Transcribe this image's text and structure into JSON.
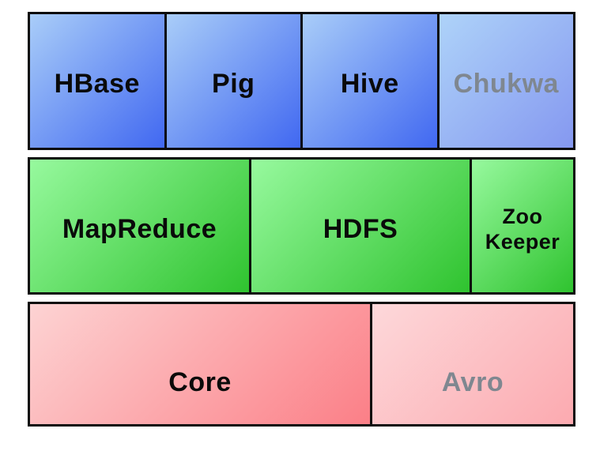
{
  "diagram": {
    "rows": [
      {
        "name": "top",
        "palette": "blue",
        "cells": [
          {
            "label": "HBase",
            "state": "normal"
          },
          {
            "label": "Pig",
            "state": "normal"
          },
          {
            "label": "Hive",
            "state": "normal"
          },
          {
            "label": "Chukwa",
            "state": "faded"
          }
        ]
      },
      {
        "name": "middle",
        "palette": "green",
        "cells": [
          {
            "label": "MapReduce",
            "state": "normal"
          },
          {
            "label": "HDFS",
            "state": "normal"
          },
          {
            "label": "Zoo\nKeeper",
            "state": "normal"
          }
        ]
      },
      {
        "name": "bottom",
        "palette": "red",
        "cells": [
          {
            "label": "Core",
            "state": "normal"
          },
          {
            "label": "Avro",
            "state": "faded"
          }
        ]
      }
    ],
    "colors": {
      "blue_gradient": [
        "#a9cdf8",
        "#4168f1"
      ],
      "blue_faded_gradient": [
        "#aed3f9",
        "#8598f0"
      ],
      "green_gradient": [
        "#97f99e",
        "#2fc32f"
      ],
      "red_gradient": [
        "#fdd3d3",
        "#fb7f87"
      ],
      "red_faded_gradient": [
        "#fdd8da",
        "#fcaab0"
      ],
      "border": "#0d0d0d",
      "label_text": "#0a0a0a",
      "faded_label_text": "#7f8790",
      "background": "#ffffff"
    }
  }
}
